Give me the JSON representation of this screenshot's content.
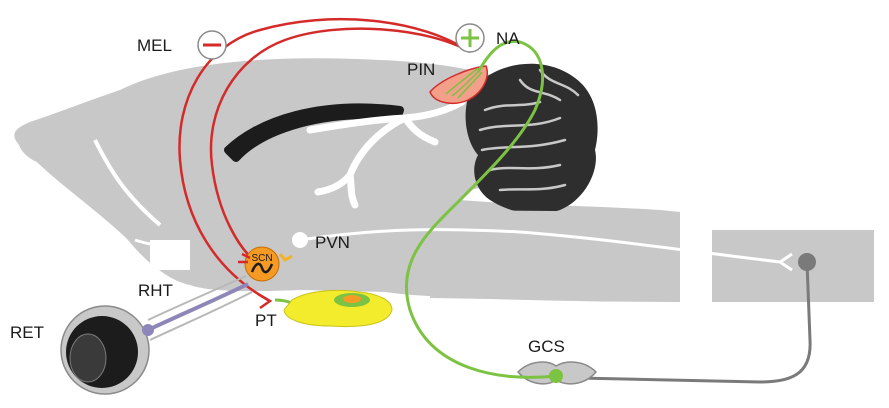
{
  "labels": {
    "mel": "MEL",
    "na": "NA",
    "pin": "PIN",
    "pvn": "PVN",
    "scn": "SCN",
    "rht": "RHT",
    "ret": "RET",
    "pt": "PT",
    "gcs": "GCS"
  },
  "signs": {
    "minus": "−",
    "plus": "+"
  },
  "colors": {
    "brain": "#c8c8c8",
    "cerebellum": "#2e2e2e",
    "melatonin_path": "#d42a2a",
    "noradrenergic_path": "#7cc243",
    "pvn_path": "#ffffff",
    "rht_path": "#8d86b8",
    "scn_fill": "#f59a24",
    "pt_fill": "#f3ec2c",
    "pineal_fill": "#f2a08a",
    "spinal_path": "#7a7a7a"
  }
}
